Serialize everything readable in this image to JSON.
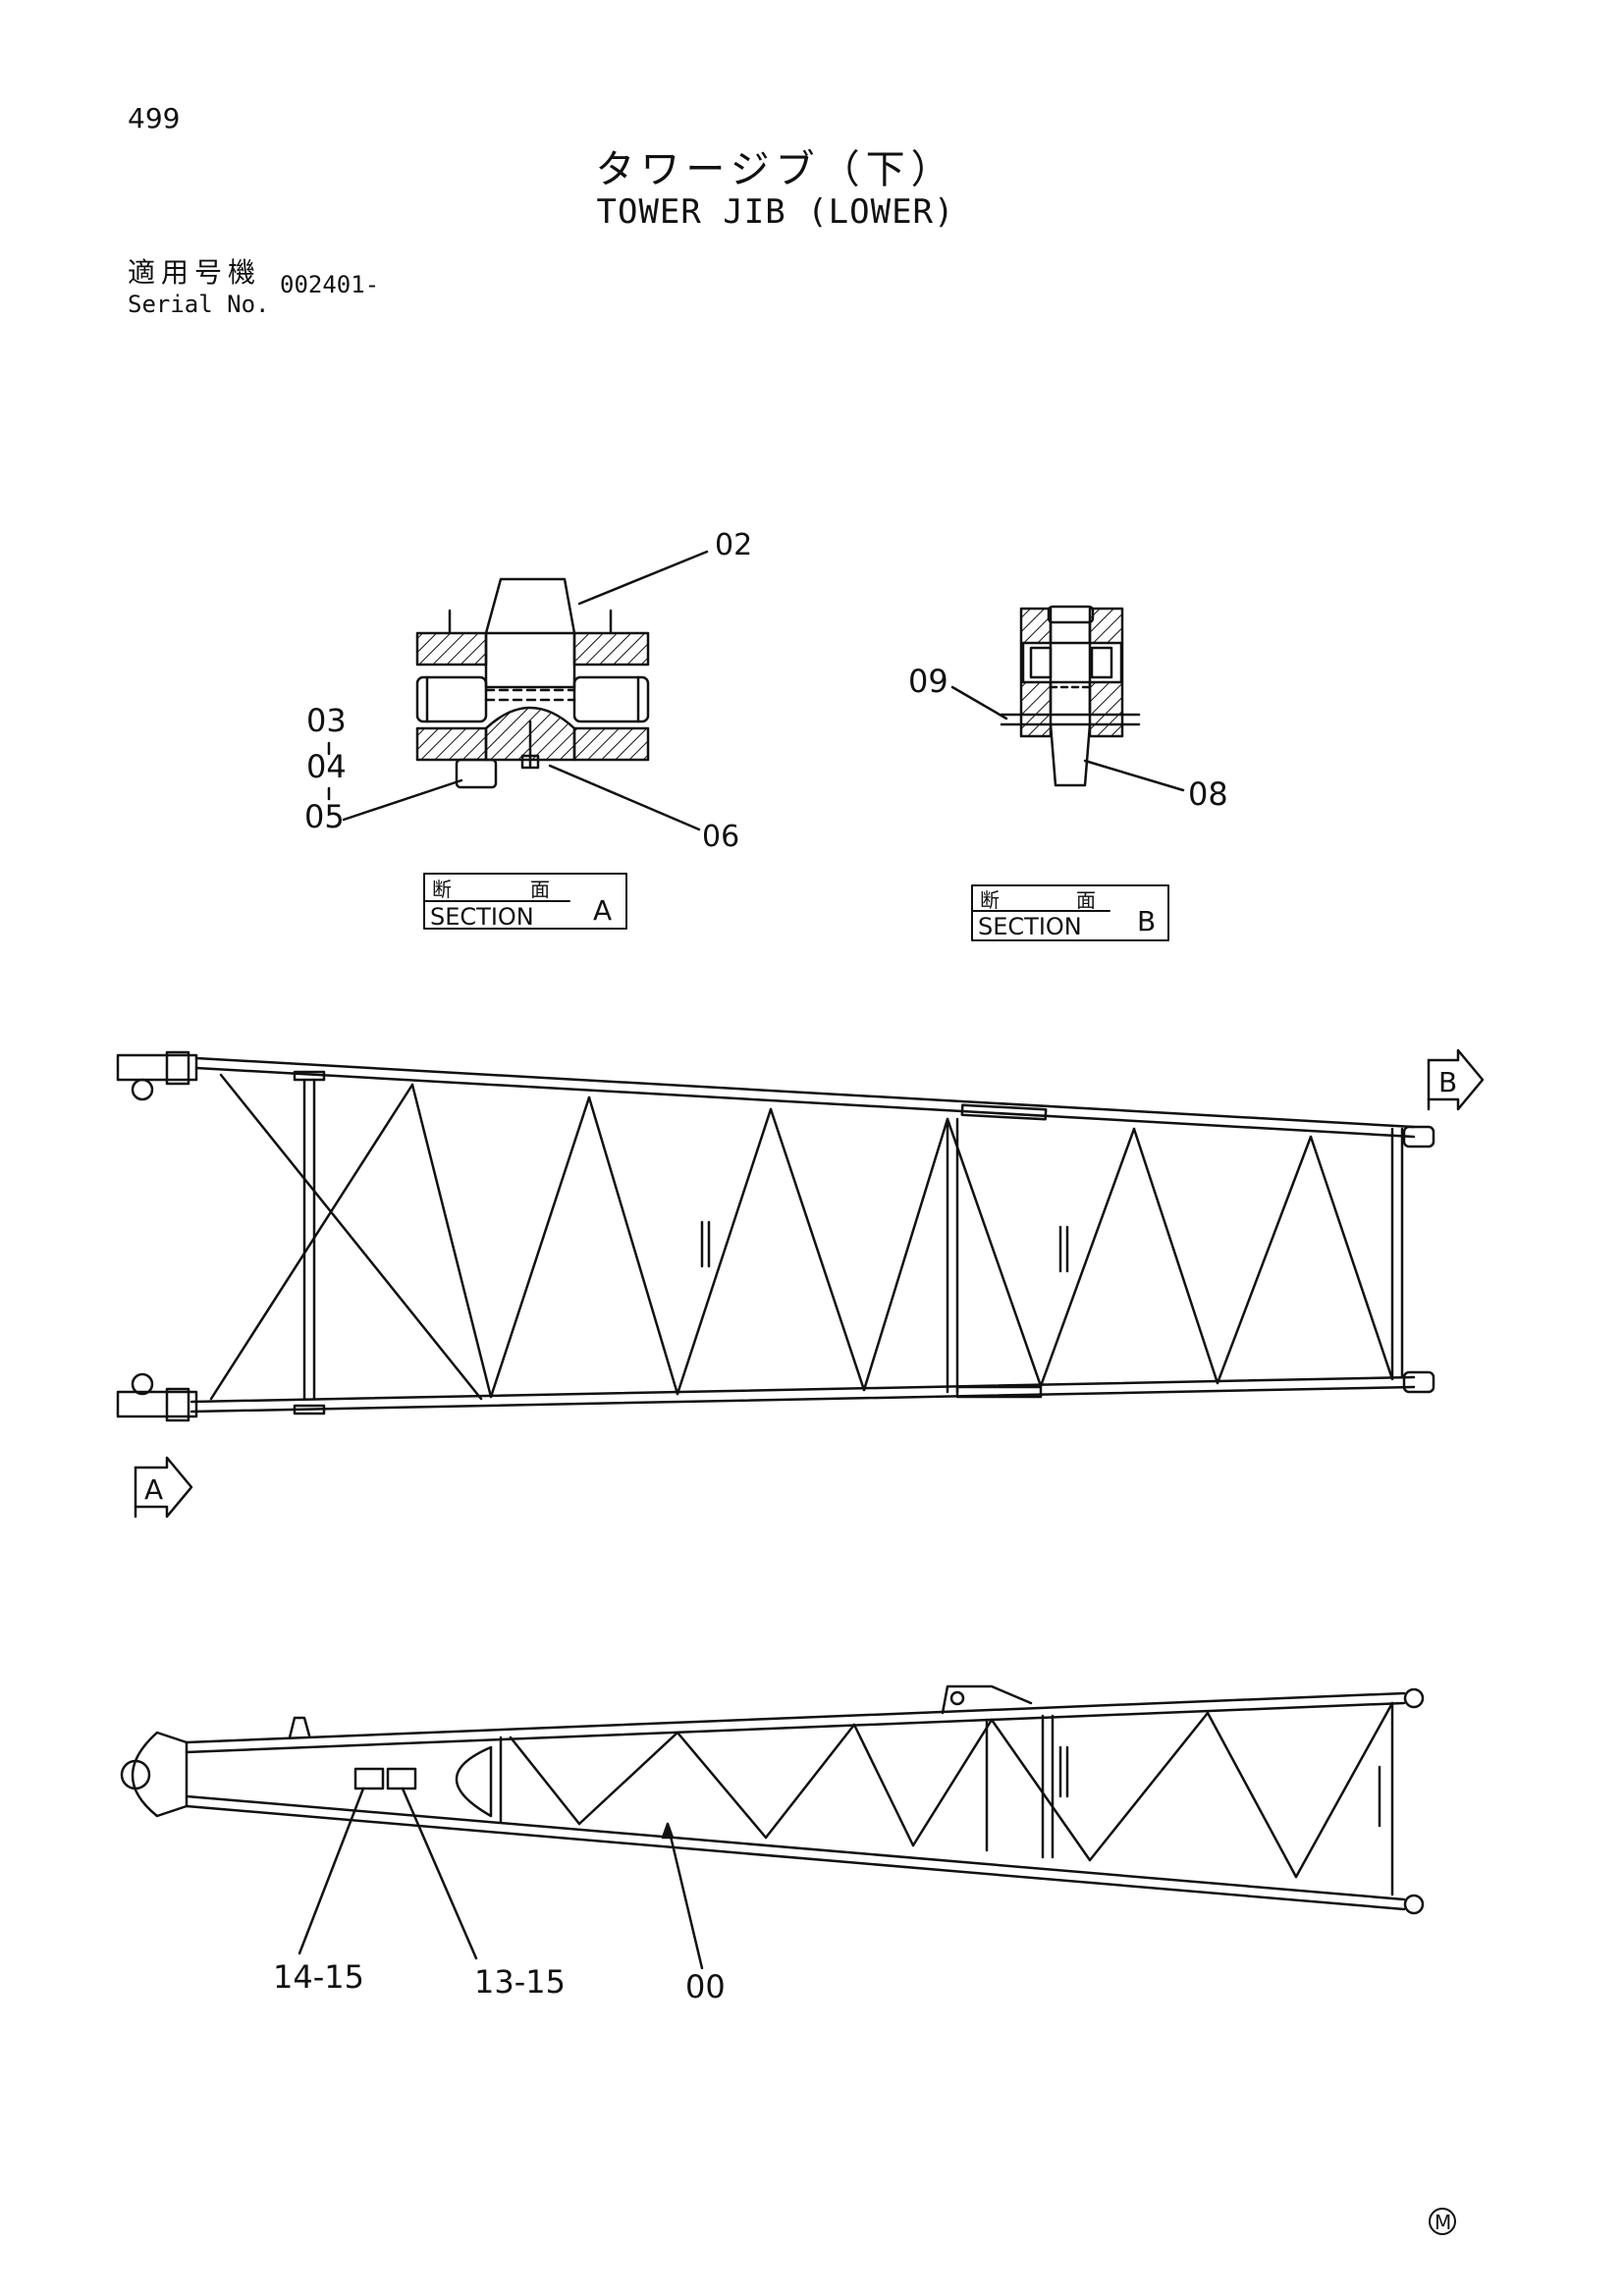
{
  "page_number": "499",
  "title_jp": "タワージブ（下）",
  "title_en": "TOWER JIB (LOWER)",
  "serial_label_jp": "適用号機",
  "serial_label_en": "Serial No.",
  "serial_value": "002401-",
  "section_a": {
    "kanji_left": "断",
    "kanji_right": "面",
    "label": "SECTION",
    "letter": "A"
  },
  "section_b": {
    "kanji_left": "断",
    "kanji_right": "面",
    "label": "SECTION",
    "letter": "B"
  },
  "callouts": {
    "c02": "02",
    "c03": "03",
    "c04": "04",
    "c05": "05",
    "c06": "06",
    "c08": "08",
    "c09": "09",
    "c14_15": "14-15",
    "c13_15": "13-15",
    "c00": "00"
  },
  "view_arrows": {
    "a": "A",
    "b": "B"
  },
  "mark": "M"
}
